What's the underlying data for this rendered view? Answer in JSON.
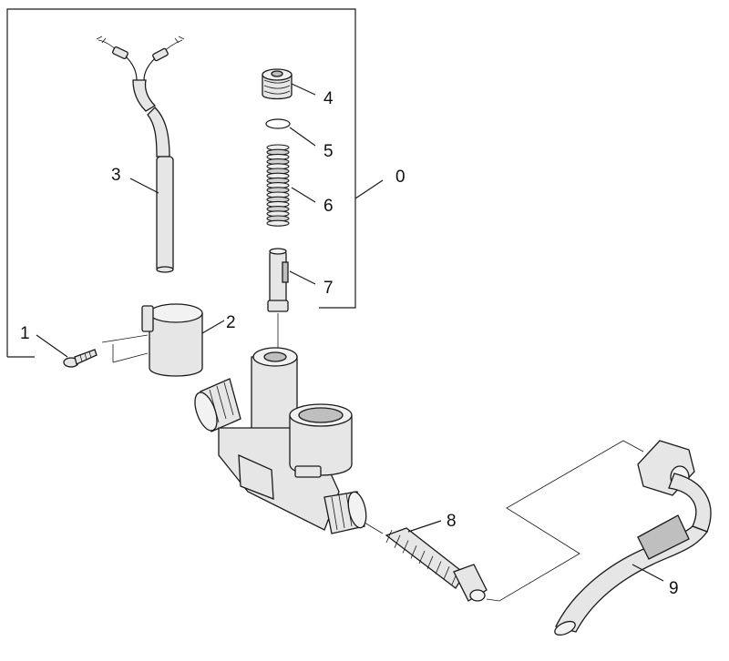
{
  "callouts": {
    "c0": "0",
    "c1": "1",
    "c2": "2",
    "c3": "3",
    "c4": "4",
    "c5": "5",
    "c6": "6",
    "c7": "7",
    "c8": "8",
    "c9": "9"
  },
  "colors": {
    "stroke": "#1a1a1a",
    "part_fill": "#e6e6e6",
    "part_shade": "#bfbfbf",
    "background": "#ffffff"
  }
}
